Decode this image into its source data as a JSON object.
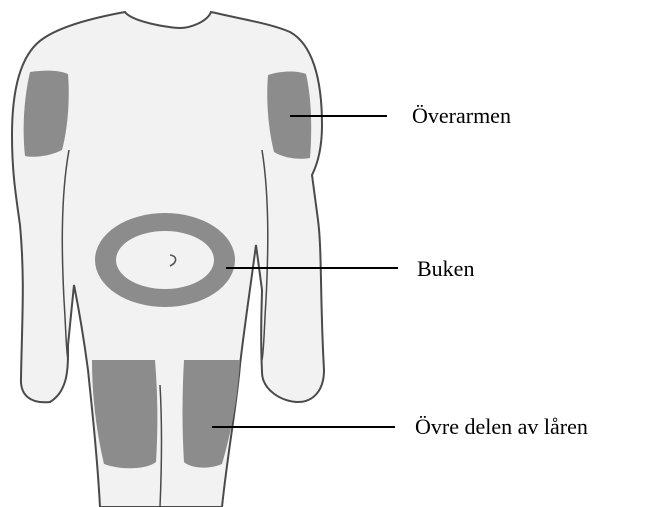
{
  "colors": {
    "outline": "#4a4a4a",
    "body_fill": "#f2f2f2",
    "injection_site": "#8c8c8c",
    "leader_line": "#000000"
  },
  "labels": {
    "upper_arm": "Överarmen",
    "abdomen": "Buken",
    "thigh": "Övre delen av låren"
  }
}
